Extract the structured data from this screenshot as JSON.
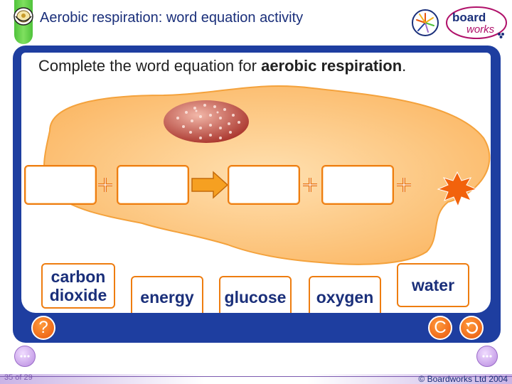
{
  "header": {
    "title": "Aerobic respiration: word equation activity"
  },
  "logo": {
    "brand_top": "board",
    "brand_bottom": "works"
  },
  "main": {
    "instruction_prefix": "Complete the word equation for ",
    "instruction_bold": "aerobic respiration",
    "instruction_suffix": "."
  },
  "equation": {
    "slots": [
      "",
      "",
      "",
      ""
    ],
    "operators": [
      "+",
      "+",
      "+"
    ],
    "arrow": "yields"
  },
  "word_cards": [
    {
      "line1": "carbon",
      "line2": "dioxide"
    },
    {
      "line1": "energy",
      "line2": ""
    },
    {
      "line1": "glucose",
      "line2": ""
    },
    {
      "line1": "oxygen",
      "line2": ""
    },
    {
      "line1": "water",
      "line2": ""
    }
  ],
  "buttons": {
    "help": "?",
    "reset": "C"
  },
  "footer": {
    "page_number": "35 of 29",
    "copyright": "© Boardworks Ltd 2004"
  },
  "colors": {
    "frame": "#1e3ea0",
    "accent_orange": "#ee7d10",
    "cell_fill": "#fcc77a",
    "text_navy": "#1a2f7a"
  }
}
